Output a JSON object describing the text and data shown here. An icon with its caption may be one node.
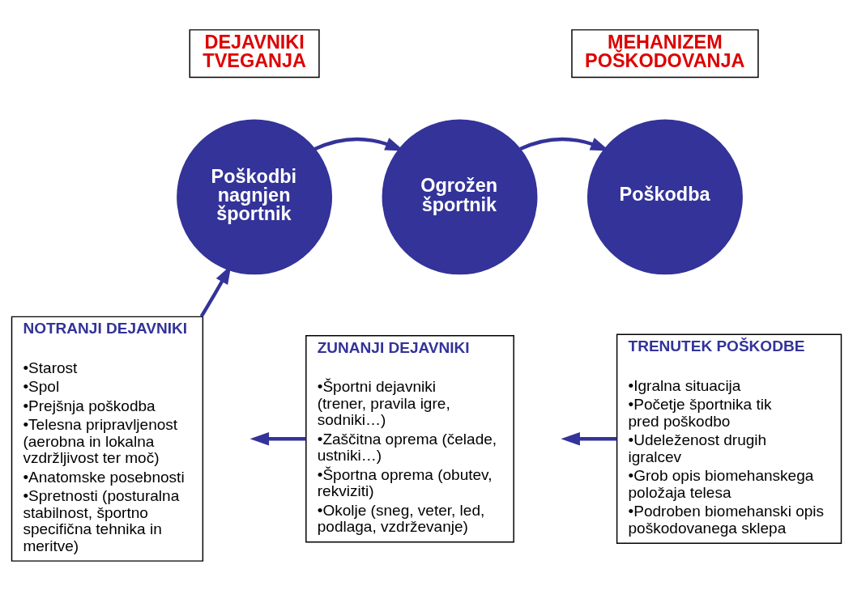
{
  "diagram": {
    "nodes": [
      {
        "text": [
          "DEJAVNIKI TVEGANJA"
        ]
      },
      {
        "text": [
          "MEHANIZEM POŠKODOVANJA"
        ]
      },
      {
        "text": [
          "Poškodbi nagnjen športnik"
        ]
      },
      {
        "text": [
          "Ogrožen športnik"
        ]
      },
      {
        "text": [
          "Poškodba"
        ]
      },
      {
        "text": [
          "NOTRANJI DEJAVNIKI",
          "•Starost",
          "•Spol",
          "•Prejšnja poškodba",
          "•Telesna pripravljenost (aerobna in lokalna vzdržljivost ter moč)",
          "•Anatomske posebnosti",
          "•Spretnosti (posturalna stabilnost, športno specifična tehnika in meritve)"
        ]
      },
      {
        "text": [
          "ZUNANJI DEJAVNIKI",
          "•Športni dejavniki (trener, pravila igre, sodniki…)",
          "•Zaščitna oprema (čelade, ustniki…)",
          "•Športna oprema (obutev, rekviziti)",
          "•Okolje (sneg, veter, led, podlaga, vzdrževanje)"
        ]
      },
      {
        "text": [
          "TRENUTEK POŠKODBE",
          "•Igralna situacija",
          "•Početje športnika tik pred poškodbo",
          "•Udeleženost drugih igralcev",
          "•Grob opis biomehanskega položaja telesa",
          "•Podroben biomehanski opis  poškodovanega sklepa"
        ]
      }
    ],
    "edges": [
      {
        "from": 2,
        "to": 3,
        "arrow": "to"
      },
      {
        "from": 3,
        "to": 4,
        "arrow": "to"
      },
      {
        "from": 5,
        "to": 2,
        "arrow": "to"
      },
      {
        "from": 6,
        "to": null,
        "arrow": "to"
      },
      {
        "from": 7,
        "to": null,
        "arrow": "to"
      }
    ]
  }
}
